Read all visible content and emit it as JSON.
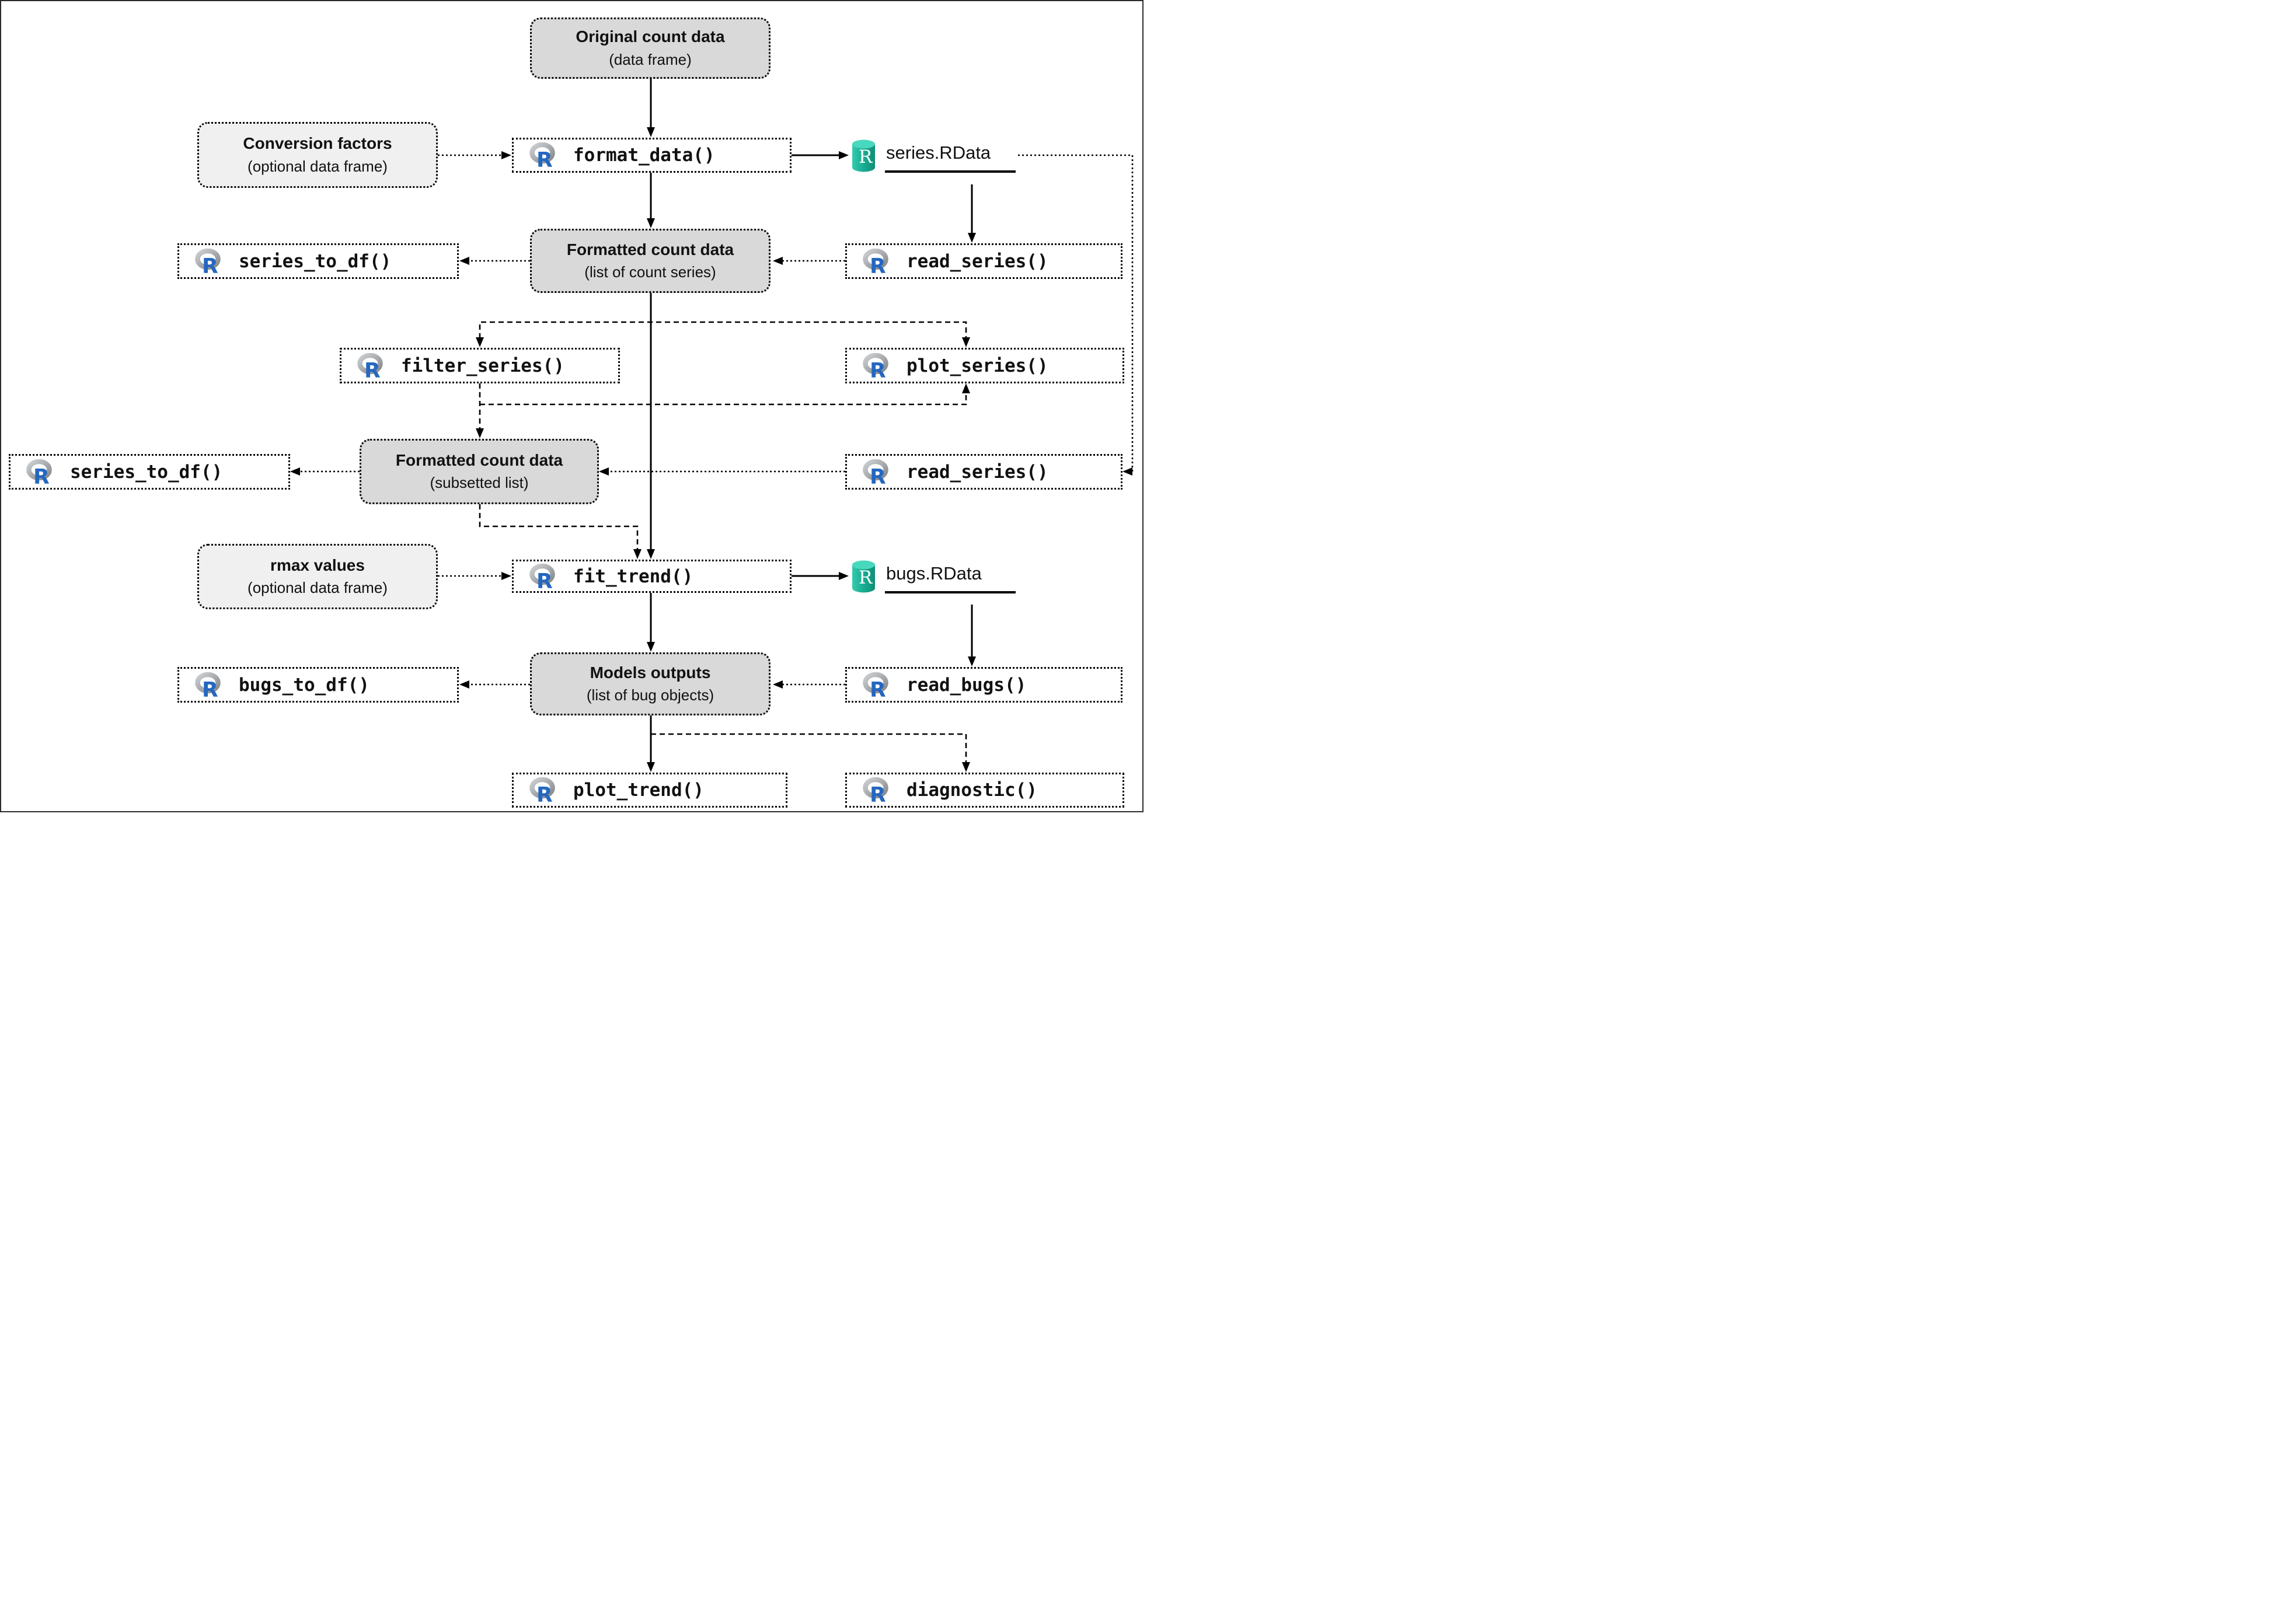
{
  "nodes": {
    "original_data": {
      "title": "Original count data",
      "subtitle": "(data frame)"
    },
    "conversion_factors": {
      "title": "Conversion factors",
      "subtitle": "(optional data frame)"
    },
    "format_data": {
      "label": "format_data()"
    },
    "series_rdata": {
      "label": "series.RData"
    },
    "series_to_df_a": {
      "label": "series_to_df()"
    },
    "formatted_data": {
      "title": "Formatted count data",
      "subtitle": "(list of count series)"
    },
    "read_series_a": {
      "label": "read_series()"
    },
    "filter_series": {
      "label": "filter_series()"
    },
    "plot_series": {
      "label": "plot_series()"
    },
    "series_to_df_b": {
      "label": "series_to_df()"
    },
    "formatted_subset": {
      "title": "Formatted count data",
      "subtitle": "(subsetted list)"
    },
    "read_series_b": {
      "label": "read_series()"
    },
    "rmax_values": {
      "title": "rmax values",
      "subtitle": "(optional data frame)"
    },
    "fit_trend": {
      "label": "fit_trend()"
    },
    "bugs_rdata": {
      "label": "bugs.RData"
    },
    "bugs_to_df": {
      "label": "bugs_to_df()"
    },
    "models_outputs": {
      "title": "Models outputs",
      "subtitle": "(list of bug objects)"
    },
    "read_bugs": {
      "label": "read_bugs()"
    },
    "plot_trend": {
      "label": "plot_trend()"
    },
    "diagnostic": {
      "label": "diagnostic()"
    }
  },
  "icons": {
    "r_logo": "r-language-logo",
    "rdata_file": "rdata-database-cylinder"
  },
  "colors": {
    "data_box_dark": "#d9d9d9",
    "data_box_light": "#f0f0f0",
    "r_logo_blue": "#2467c0",
    "r_logo_ring_gray": "#a9abae",
    "cylinder_teal": "#17a98e",
    "line_black": "#000000",
    "background": "#ffffff"
  }
}
